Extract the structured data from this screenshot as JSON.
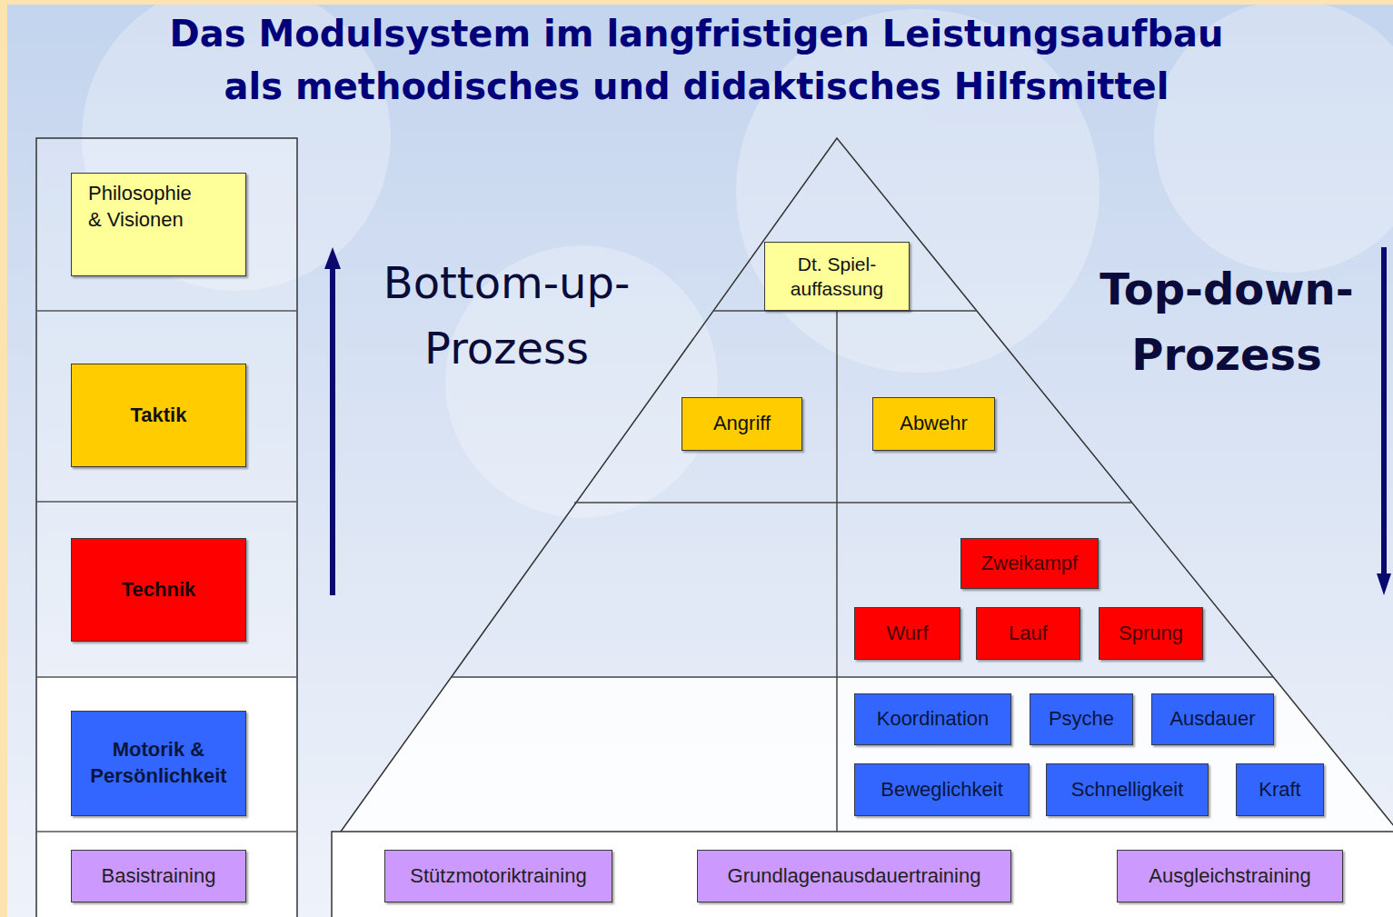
{
  "diagram": {
    "title": "Das Modulsystem im langfristigen Leistungsaufbau als methodisches und didaktisches Hilfsmittel",
    "nodes": [
      {
        "text": [
          "Philosophie & Visionen"
        ]
      },
      {
        "text": [
          "Dt. Spiel- auffassung"
        ]
      },
      {
        "text": [
          "Taktik"
        ]
      },
      {
        "text": [
          "Angriff"
        ]
      },
      {
        "text": [
          "Abwehr"
        ]
      },
      {
        "text": [
          "Technik"
        ]
      },
      {
        "text": [
          "Zweikampf"
        ]
      },
      {
        "text": [
          "Wurf"
        ]
      },
      {
        "text": [
          "Lauf"
        ]
      },
      {
        "text": [
          "Sprung"
        ]
      },
      {
        "text": [
          "Motorik & Persönlichkeit"
        ]
      },
      {
        "text": [
          "Koordination"
        ]
      },
      {
        "text": [
          "Psyche"
        ]
      },
      {
        "text": [
          "Ausdauer"
        ]
      },
      {
        "text": [
          "Beweglichkeit"
        ]
      },
      {
        "text": [
          "Schnelligkeit"
        ]
      },
      {
        "text": [
          "Kraft"
        ]
      },
      {
        "text": [
          "Basistraining"
        ]
      },
      {
        "text": [
          "Stützmotoriktraining"
        ]
      },
      {
        "text": [
          "Grundlagenausdauertraining"
        ]
      },
      {
        "text": [
          "Ausgleichstraining"
        ]
      }
    ],
    "labels": [
      "Bottom-up-Prozess",
      "Top-down-Prozess"
    ]
  }
}
